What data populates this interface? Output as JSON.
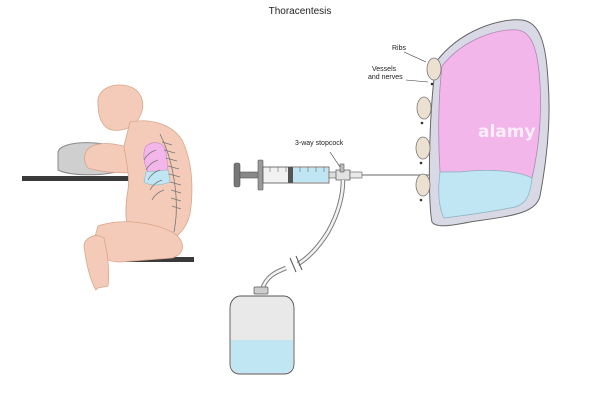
{
  "title": "Thoracentesis",
  "labels": {
    "ribs": "Ribs",
    "vessels_line1": "Vessels",
    "vessels_line2": "and nerves",
    "stopcock": "3-way stopcock"
  },
  "watermark": "alamy",
  "colors": {
    "skin": "#f4cbb8",
    "lung": "#f2b6ea",
    "fluid": "#bfe6f2",
    "table": "#3a3a3a",
    "outline": "#555555",
    "bag": "#e9e9e9"
  }
}
